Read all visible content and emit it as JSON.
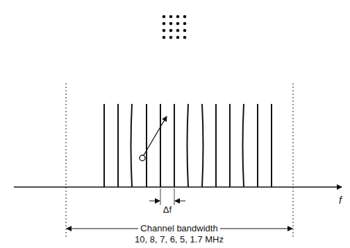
{
  "diagram": {
    "labels": [
      "f",
      "Δf",
      "Channel bandwidth",
      "10, 8, 7, 6, 5, 1.7 MHz"
    ]
  }
}
